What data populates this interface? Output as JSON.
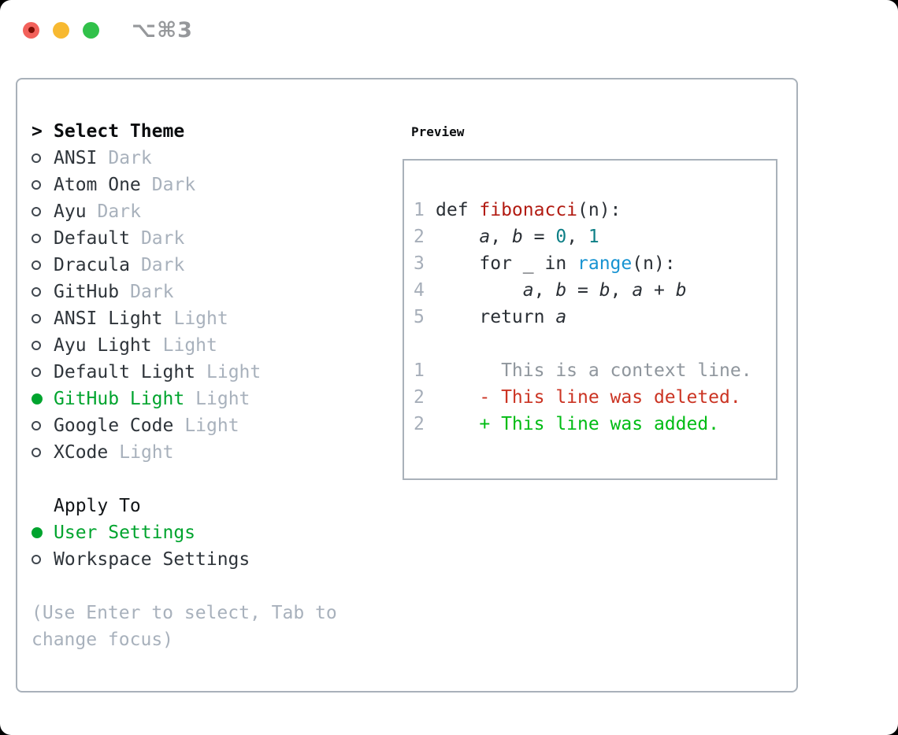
{
  "window": {
    "title_shortcut": "⌥⌘3"
  },
  "colors": {
    "selection_green": "#00a42e",
    "added_green": "#00bc14",
    "deleted_red": "#cb3423",
    "function_red": "#b21b12",
    "number_teal": "#0d7f86",
    "builtin_blue": "#1793d2",
    "muted_gray": "#a8b1bc",
    "panel_border": "#a9b1ba",
    "traffic_red": "#f2615b",
    "traffic_yellow": "#f7b931",
    "traffic_green": "#31c14a"
  },
  "theme_list": {
    "header_marker": ">",
    "header": "Select Theme",
    "items": [
      {
        "label": "ANSI",
        "tag": "Dark",
        "selected": false
      },
      {
        "label": "Atom One",
        "tag": "Dark",
        "selected": false
      },
      {
        "label": "Ayu",
        "tag": "Dark",
        "selected": false
      },
      {
        "label": "Default",
        "tag": "Dark",
        "selected": false
      },
      {
        "label": "Dracula",
        "tag": "Dark",
        "selected": false
      },
      {
        "label": "GitHub",
        "tag": "Dark",
        "selected": false
      },
      {
        "label": "ANSI Light",
        "tag": "Light",
        "selected": false
      },
      {
        "label": "Ayu Light",
        "tag": "Light",
        "selected": false
      },
      {
        "label": "Default Light",
        "tag": "Light",
        "selected": false
      },
      {
        "label": "GitHub Light",
        "tag": "Light",
        "selected": true
      },
      {
        "label": "Google Code",
        "tag": "Light",
        "selected": false
      },
      {
        "label": "XCode",
        "tag": "Light",
        "selected": false
      }
    ]
  },
  "apply_to": {
    "header": "Apply To",
    "items": [
      {
        "label": "User Settings",
        "selected": true
      },
      {
        "label": "Workspace Settings",
        "selected": false
      }
    ]
  },
  "hint": {
    "line1": "(Use Enter to select, Tab to",
    "line2": "change focus)"
  },
  "preview": {
    "header": "Preview",
    "code_lines": [
      {
        "num": "1",
        "segments": [
          {
            "text": "def ",
            "style": "code"
          },
          {
            "text": "fibonacci",
            "style": "func"
          },
          {
            "text": "(n):",
            "style": "code"
          }
        ]
      },
      {
        "num": "2",
        "segments": [
          {
            "text": "    ",
            "style": "code"
          },
          {
            "text": "a",
            "style": "var"
          },
          {
            "text": ", ",
            "style": "code"
          },
          {
            "text": "b",
            "style": "var"
          },
          {
            "text": " = ",
            "style": "code"
          },
          {
            "text": "0",
            "style": "num"
          },
          {
            "text": ", ",
            "style": "code"
          },
          {
            "text": "1",
            "style": "num"
          }
        ]
      },
      {
        "num": "3",
        "segments": [
          {
            "text": "    for _ in ",
            "style": "code"
          },
          {
            "text": "range",
            "style": "builtin"
          },
          {
            "text": "(n):",
            "style": "code"
          }
        ]
      },
      {
        "num": "4",
        "segments": [
          {
            "text": "        ",
            "style": "code"
          },
          {
            "text": "a",
            "style": "var"
          },
          {
            "text": ", ",
            "style": "code"
          },
          {
            "text": "b",
            "style": "var"
          },
          {
            "text": " = ",
            "style": "code"
          },
          {
            "text": "b",
            "style": "var"
          },
          {
            "text": ", ",
            "style": "code"
          },
          {
            "text": "a",
            "style": "var"
          },
          {
            "text": " + ",
            "style": "code"
          },
          {
            "text": "b",
            "style": "var"
          }
        ]
      },
      {
        "num": "5",
        "segments": [
          {
            "text": "    return ",
            "style": "code"
          },
          {
            "text": "a",
            "style": "var"
          }
        ]
      },
      {
        "num": "",
        "segments": []
      },
      {
        "num": "1",
        "segments": [
          {
            "text": "      This is a context line.",
            "style": "context"
          }
        ]
      },
      {
        "num": "2",
        "segments": [
          {
            "text": "    - This line was deleted.",
            "style": "deleted"
          }
        ]
      },
      {
        "num": "2",
        "segments": [
          {
            "text": "    + This line was added.",
            "style": "added"
          }
        ]
      }
    ]
  }
}
